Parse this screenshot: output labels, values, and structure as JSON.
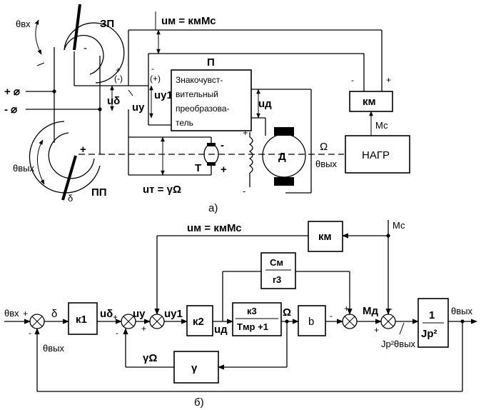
{
  "part_a": {
    "caption": "а)",
    "command_pot": "ЗП",
    "feedback_pot": "ПП",
    "theta_in": "θвх",
    "theta_out": "θвых",
    "plus_terminal": "+ ⌀",
    "minus_terminal": "- ⌀",
    "pot_minus": "-",
    "pot_plus": "+",
    "u_delta": "uδ",
    "delta": "δ",
    "u_y": "uу",
    "u_y1": "uу1",
    "u_d": "uд",
    "u_m_eq": "uм = кмМс",
    "u_t_eq": "uт = γΩ",
    "converter_label": "П",
    "converter_text": [
      "Знакочувст-",
      "вительный",
      "преобразова-",
      "тель"
    ],
    "tacho": "Т",
    "motor": "Д",
    "km_block": "км",
    "mc": "Мс",
    "load": "НАГР",
    "omega": "Ω",
    "theta_out_shaft": "θвых",
    "plus_paren": "(-)",
    "plus_in_paren": "(+)",
    "sign_plus": "+",
    "sign_minus": "-"
  },
  "part_b": {
    "caption": "б)",
    "theta_in": "θвх",
    "delta": "δ",
    "k1": "к1",
    "u_delta": "uδ",
    "u_y": "uу",
    "u_y1": "uу1",
    "k2": "к2",
    "u_d": "uд",
    "tf_num": "к3",
    "tf_den": "Tмp +1",
    "omega": "Ω",
    "b": "b",
    "m_d": "Мд",
    "plant_num": "1",
    "plant_den": "Jp²",
    "theta_out": "θвых",
    "theta_out_fb": "θвых",
    "u_m_eq": "uм = кмМс",
    "km": "км",
    "mc": "Мс",
    "cm_num": "Cм",
    "cm_den": "r3",
    "gamma_omega": "γΩ",
    "gamma": "γ",
    "jp2": "Jp²θвых",
    "plus": "+",
    "minus": "-"
  }
}
